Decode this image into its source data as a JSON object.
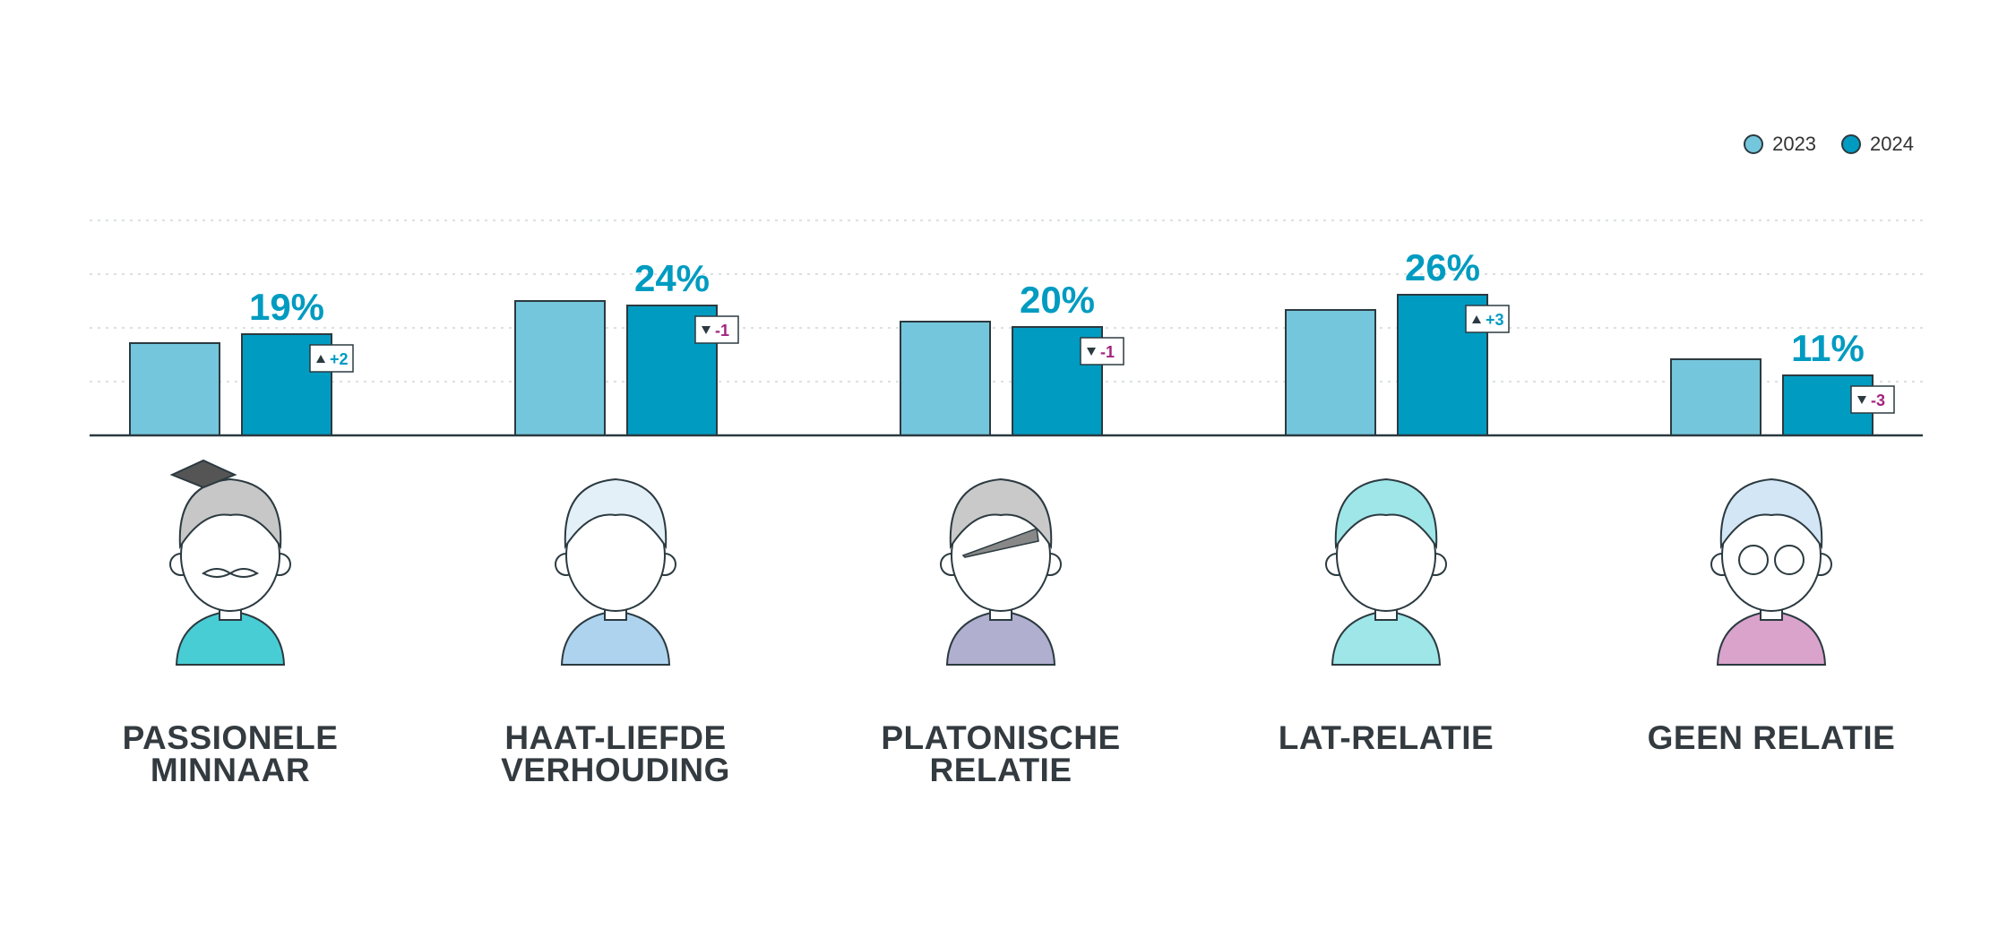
{
  "legend": [
    {
      "label": "2023",
      "color": "#74c6dc"
    },
    {
      "label": "2024",
      "color": "#009bc1"
    }
  ],
  "chart_data": {
    "type": "bar",
    "categories": [
      "PASSIONELE\nMINNAAR",
      "HAAT-LIEFDE\nVERHOUDING",
      "PLATONISCHE\nRELATIE",
      "LAT-RELATIE",
      "GEEN RELATIE"
    ],
    "series": [
      {
        "name": "2023",
        "values": [
          17,
          25,
          21,
          23,
          14
        ],
        "color": "#74c6dc"
      },
      {
        "name": "2024",
        "values": [
          19,
          24,
          20,
          26,
          11
        ],
        "color": "#009bc1"
      }
    ],
    "value_labels": [
      "19%",
      "24%",
      "20%",
      "26%",
      "11%"
    ],
    "changes": [
      {
        "direction": "up",
        "text": "+2"
      },
      {
        "direction": "down",
        "text": "-1"
      },
      {
        "direction": "down",
        "text": "-1"
      },
      {
        "direction": "up",
        "text": "+3"
      },
      {
        "direction": "down",
        "text": "-3"
      }
    ],
    "ylim": [
      0,
      40
    ],
    "grid": true,
    "legend_position": "top-right"
  },
  "colors": {
    "up": "#009bc1",
    "down": "#a3237e",
    "label": "#009bc1"
  },
  "avatars": [
    "graduate-man-icon",
    "thumbs-man-icon",
    "eye-patch-woman-icon",
    "teal-hair-woman-icon",
    "glasses-woman-icon"
  ]
}
